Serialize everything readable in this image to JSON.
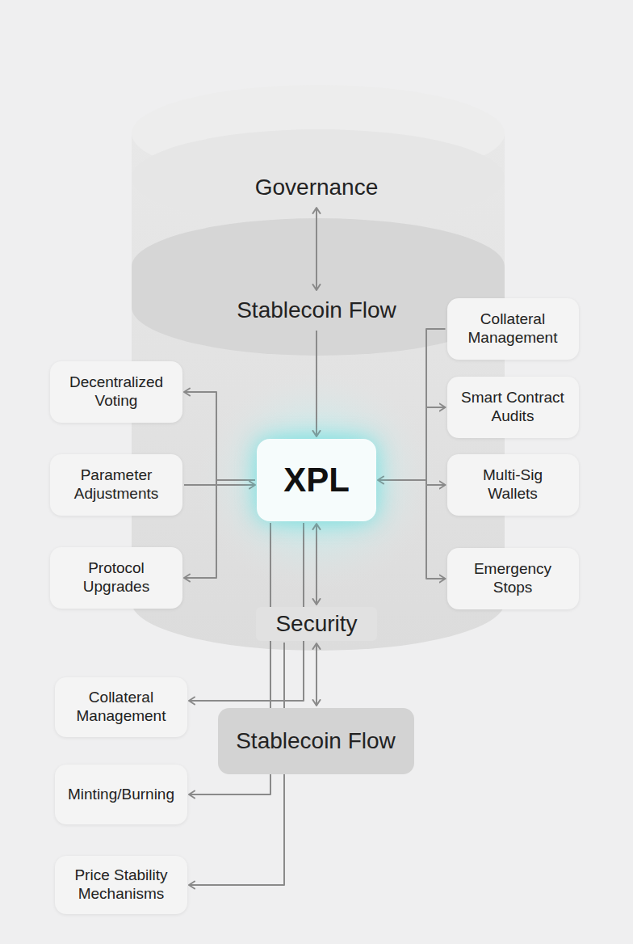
{
  "diagram": {
    "nodes": [
      {
        "text": [
          "Governance"
        ]
      },
      {
        "text": [
          "Stablecoin Flow"
        ]
      },
      {
        "text": [
          "Decentralized Voting"
        ]
      },
      {
        "text": [
          "Parameter Adjustments"
        ]
      },
      {
        "text": [
          "Protocol Upgrades"
        ]
      },
      {
        "text": [
          "XPL"
        ]
      },
      {
        "text": [
          "Collateral Management"
        ]
      },
      {
        "text": [
          "Smart Contract Audits"
        ]
      },
      {
        "text": [
          "Multi-Sig Wallets"
        ]
      },
      {
        "text": [
          "Emergency Stops"
        ]
      },
      {
        "text": [
          "Security"
        ]
      },
      {
        "text": [
          "Collateral Management"
        ]
      },
      {
        "text": [
          "Stablecoin Flow"
        ]
      },
      {
        "text": [
          "Minting/Burning"
        ]
      },
      {
        "text": [
          "Price Stability Mechanisms"
        ]
      }
    ],
    "edges": [
      {
        "from": 0,
        "to": 1,
        "arrow": "both"
      },
      {
        "from": 1,
        "to": 5,
        "arrow": "to"
      },
      {
        "from": 5,
        "to": 2,
        "arrow": "to"
      },
      {
        "from": 3,
        "to": 5,
        "arrow": "to"
      },
      {
        "from": 5,
        "to": 4,
        "arrow": "to"
      },
      {
        "from": 6,
        "to": 5,
        "arrow": "to"
      },
      {
        "from": 5,
        "to": 7,
        "arrow": "to"
      },
      {
        "from": 5,
        "to": 8,
        "arrow": "to"
      },
      {
        "from": 5,
        "to": 9,
        "arrow": "to"
      },
      {
        "from": 5,
        "to": 10,
        "arrow": "both"
      },
      {
        "from": 10,
        "to": 12,
        "arrow": "both"
      },
      {
        "from": 5,
        "to": 11,
        "arrow": "to"
      },
      {
        "from": 5,
        "to": 13,
        "arrow": "to"
      },
      {
        "from": 10,
        "to": 14,
        "arrow": "to"
      }
    ]
  }
}
